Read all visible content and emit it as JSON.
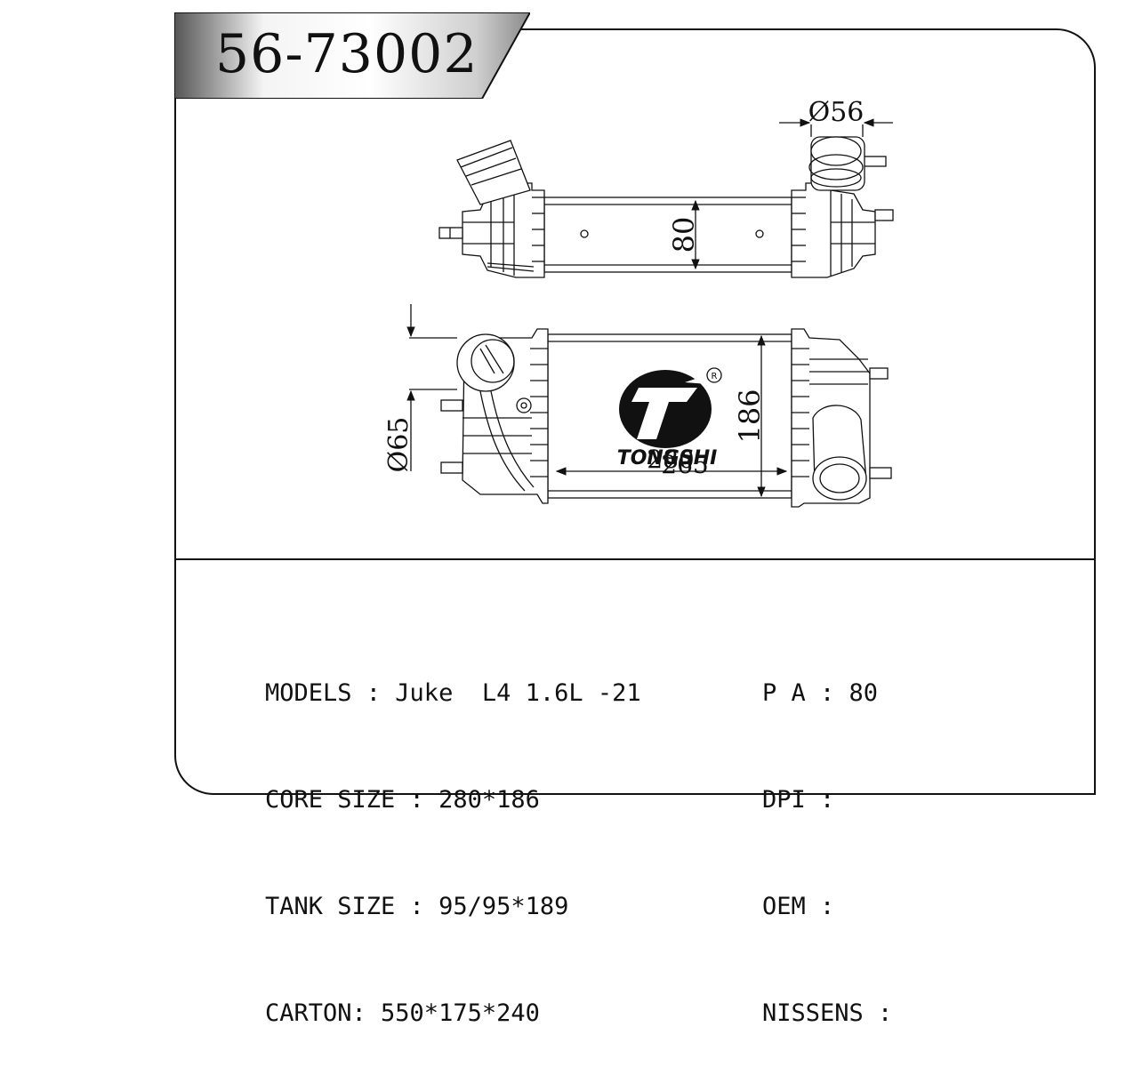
{
  "part_number": "56-73002",
  "dimensions": {
    "outlet_diameter": "Ø56",
    "core_thickness": "80",
    "inlet_diameter": "Ø65",
    "core_height": "186",
    "core_width": "280",
    "tank_overlap": "265"
  },
  "brand": {
    "name": "TONGSHI",
    "registered_mark": "R"
  },
  "specs_left": [
    "MODELS : Juke  L4 1.6L -21",
    "CORE SIZE : 280*186",
    "TANK SIZE : 95/95*189",
    "CARTON: 550*175*240"
  ],
  "specs_right": [
    "P A : 80",
    "DPI :",
    "OEM :",
    "NISSENS :"
  ]
}
